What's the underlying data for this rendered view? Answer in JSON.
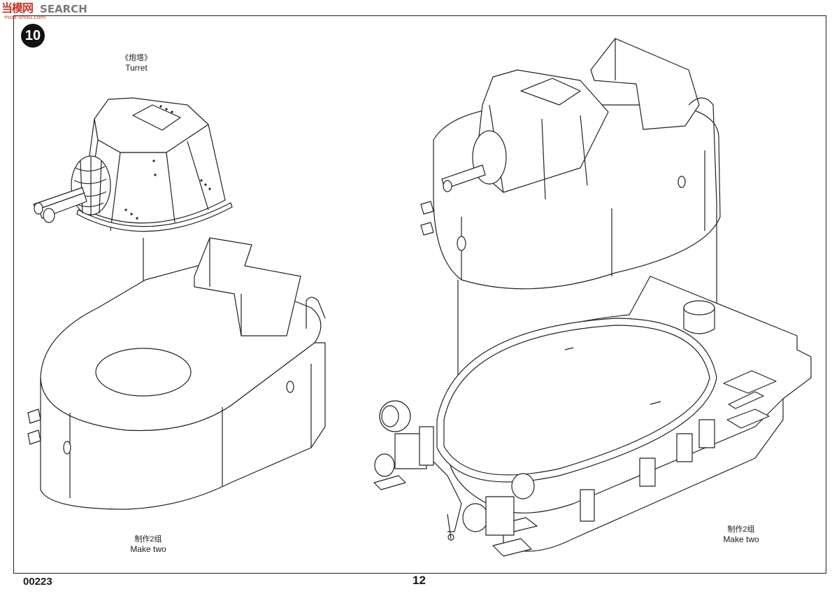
{
  "watermark": {
    "logo": "当模网",
    "site": "moe-shou.com",
    "search": "SEARCH"
  },
  "step": {
    "number": "10"
  },
  "turret_label": {
    "cn": "《炮塔》",
    "en": "Turret"
  },
  "left_caption": {
    "cn": "制作2组",
    "en": "Make two"
  },
  "right_caption": {
    "cn": "制作2组",
    "en": "Make two"
  },
  "footer": {
    "code": "00223",
    "page": "12"
  }
}
